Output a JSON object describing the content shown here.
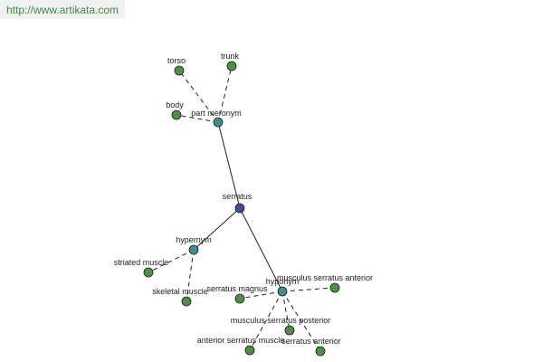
{
  "site_url": "http://www.artikata.com",
  "colors": {
    "root": "#3c4f91",
    "relation": "#3d8f8f",
    "leaf": "#4f8f45",
    "edge": "#222222",
    "url_text": "#3f8f3f",
    "banner": "#f1f1f1"
  },
  "graph": {
    "nodes": [
      {
        "id": "serratus",
        "label": "serratus",
        "kind": "root"
      },
      {
        "id": "part-meronym",
        "label": "part meronym",
        "kind": "relation"
      },
      {
        "id": "hypernym",
        "label": "hypernym",
        "kind": "relation"
      },
      {
        "id": "hyponym",
        "label": "hyponym",
        "kind": "relation"
      },
      {
        "id": "torso",
        "label": "torso",
        "kind": "leaf"
      },
      {
        "id": "trunk",
        "label": "trunk",
        "kind": "leaf"
      },
      {
        "id": "body",
        "label": "body",
        "kind": "leaf"
      },
      {
        "id": "striated-muscle",
        "label": "striated muscle",
        "kind": "leaf"
      },
      {
        "id": "skeletal-muscle",
        "label": "skeletal muscle",
        "kind": "leaf"
      },
      {
        "id": "serratus-magnus",
        "label": "serratus magnus",
        "kind": "leaf"
      },
      {
        "id": "musculus-serratus-anterior",
        "label": "musculus serratus anterior",
        "kind": "leaf"
      },
      {
        "id": "musculus-serratus-posterior",
        "label": "musculus serratus posterior",
        "kind": "leaf"
      },
      {
        "id": "anterior-serratus-muscle",
        "label": "anterior serratus muscle",
        "kind": "leaf"
      },
      {
        "id": "serratus-anterior",
        "label": "serratus anterior",
        "kind": "leaf"
      }
    ],
    "edges": [
      {
        "from": "serratus",
        "to": "part-meronym",
        "style": "solid"
      },
      {
        "from": "serratus",
        "to": "hypernym",
        "style": "solid"
      },
      {
        "from": "serratus",
        "to": "hyponym",
        "style": "solid"
      },
      {
        "from": "part-meronym",
        "to": "torso",
        "style": "dashed"
      },
      {
        "from": "part-meronym",
        "to": "trunk",
        "style": "dashed"
      },
      {
        "from": "part-meronym",
        "to": "body",
        "style": "dashed"
      },
      {
        "from": "hypernym",
        "to": "striated-muscle",
        "style": "dashed"
      },
      {
        "from": "hypernym",
        "to": "skeletal-muscle",
        "style": "dashed"
      },
      {
        "from": "hyponym",
        "to": "serratus-magnus",
        "style": "dashed"
      },
      {
        "from": "hyponym",
        "to": "musculus-serratus-anterior",
        "style": "dashed"
      },
      {
        "from": "hyponym",
        "to": "musculus-serratus-posterior",
        "style": "dashed"
      },
      {
        "from": "hyponym",
        "to": "anterior-serratus-muscle",
        "style": "dashed"
      },
      {
        "from": "hyponym",
        "to": "serratus-anterior",
        "style": "dashed"
      }
    ]
  }
}
